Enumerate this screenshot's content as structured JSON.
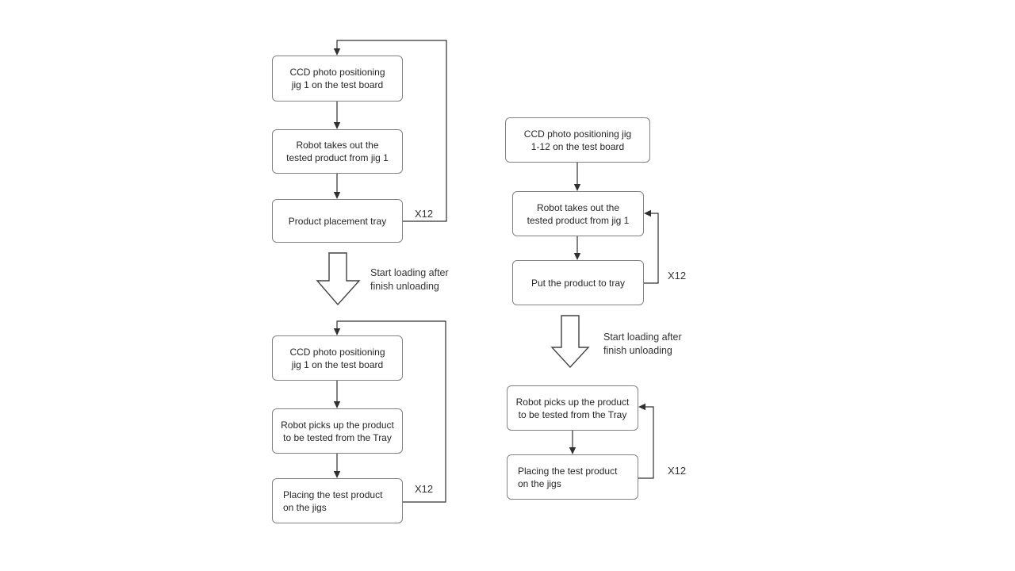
{
  "colors": {
    "background": "#ffffff",
    "box_border": "#828282",
    "box_fill": "#ffffff",
    "connector_line": "#303030",
    "big_arrow_outline": "#404040",
    "text": "#262626"
  },
  "diagram": {
    "left_top": {
      "box1": {
        "line1": "CCD photo positioning",
        "line2": "jig 1 on the test board"
      },
      "box2": {
        "line1": "Robot takes out the",
        "line2": "tested product from jig 1"
      },
      "box3": {
        "line1": "Product placement tray"
      },
      "loop_label": "X12"
    },
    "left_transition": {
      "line1": "Start loading after",
      "line2": "finish unloading"
    },
    "left_bottom": {
      "box1": {
        "line1": "CCD photo positioning",
        "line2": "jig 1 on the test board"
      },
      "box2": {
        "line1": "Robot picks up the product",
        "line2": "to be tested from the Tray"
      },
      "box3": {
        "line1": "Placing the test product",
        "line2": "on the jigs"
      },
      "loop_label": "X12"
    },
    "right_top": {
      "box1": {
        "line1": "CCD photo positioning jig",
        "line2": "1-12 on the test board"
      },
      "box2": {
        "line1": "Robot takes out the",
        "line2": "tested product from jig 1"
      },
      "box3": {
        "line1": "Put the product to tray"
      },
      "loop_label": "X12"
    },
    "right_transition": {
      "line1": "Start loading after",
      "line2": "finish unloading"
    },
    "right_bottom": {
      "box1": {
        "line1": "Robot picks up the product",
        "line2": "to be tested from the Tray"
      },
      "box2": {
        "line1": "Placing the test product",
        "line2": "on the jigs"
      },
      "loop_label": "X12"
    }
  }
}
